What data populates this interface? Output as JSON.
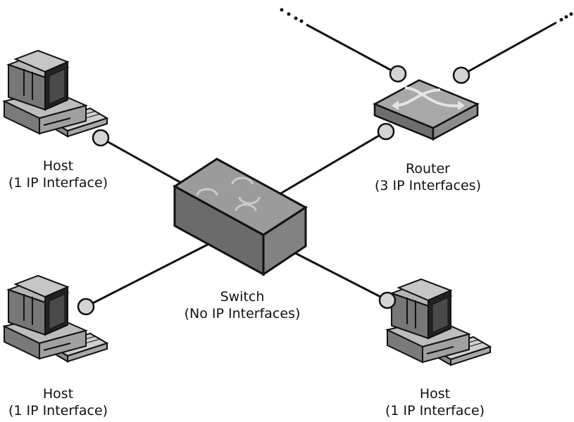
{
  "colors": {
    "line": "#111111",
    "device_fill": "#8a8a8a",
    "device_top": "#a3a3a3",
    "device_side": "#6e6e6e",
    "interface_fill": "#d4d4d4",
    "background": "#ffffff"
  },
  "labels": {
    "host_top_left": {
      "name": "Host",
      "detail": "(1 IP Interface)"
    },
    "host_bottom_left": {
      "name": "Host",
      "detail": "(1 IP Interface)"
    },
    "host_bottom_right": {
      "name": "Host",
      "detail": "(1 IP Interface)"
    },
    "router": {
      "name": "Router",
      "detail": "(3 IP Interfaces)"
    },
    "switch": {
      "name": "Switch",
      "detail": "(No IP Interfaces)"
    }
  },
  "icons": {
    "host": "desktop-computer-icon",
    "router": "router-icon",
    "switch": "switch-icon",
    "interface": "ip-interface-icon"
  }
}
